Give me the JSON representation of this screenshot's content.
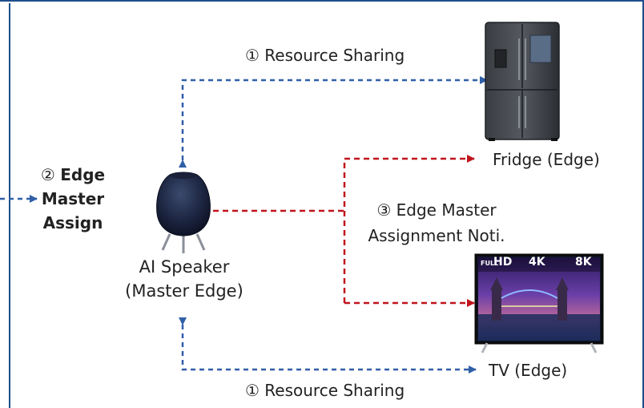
{
  "labels": {
    "resource_sharing_top": "① Resource Sharing",
    "resource_sharing_bottom": "① Resource Sharing",
    "edge_master_assign_num": "②",
    "edge_master_assign_1": "Edge",
    "edge_master_assign_2": "Master",
    "edge_master_assign_3": "Assign",
    "assignment_noti_1": "③ Edge Master",
    "assignment_noti_2": "Assignment Noti.",
    "fridge": "Fridge (Edge)",
    "tv": "TV (Edge)",
    "speaker_1": "AI Speaker",
    "speaker_2": "(Master Edge)",
    "tv_badge_full": "FULL",
    "tv_badge_hd": "HD",
    "tv_badge_4k": "4K",
    "tv_badge_8k": "8K"
  },
  "colors": {
    "border": "#1f4e8c",
    "blue_arrow": "#2f5fa8",
    "red_arrow": "#c0141c",
    "text": "#222222"
  },
  "icons": {
    "fridge": "fridge-icon",
    "tv": "tv-icon",
    "speaker": "speaker-icon"
  }
}
